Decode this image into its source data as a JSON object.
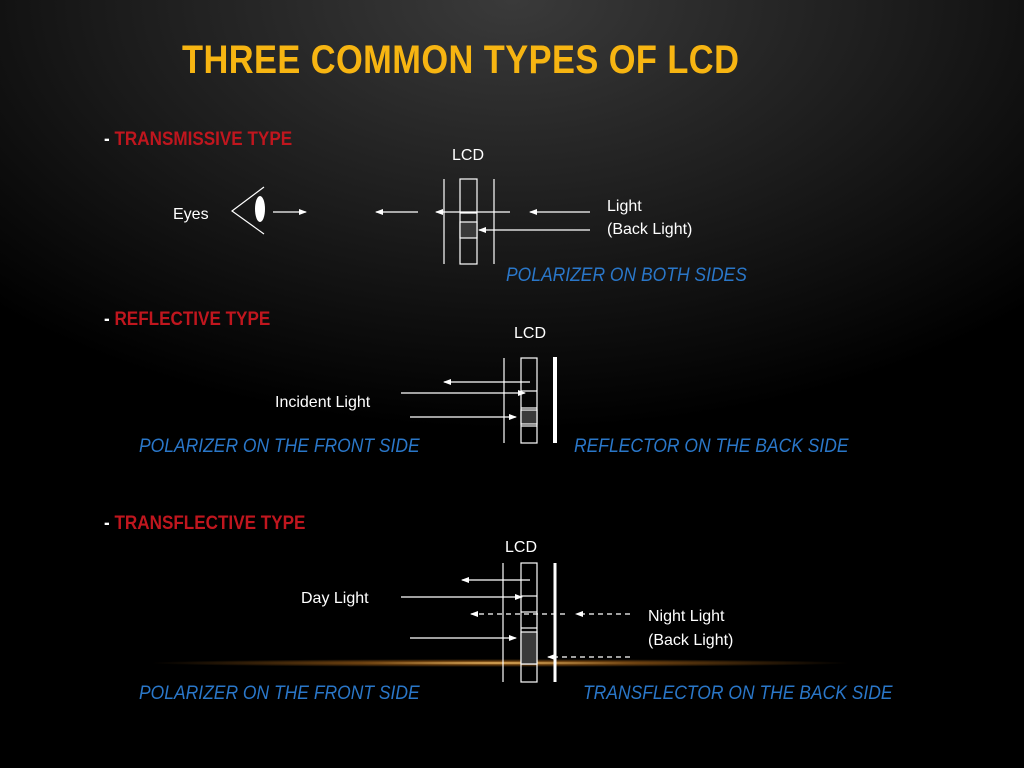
{
  "title": "THREE COMMON TYPES OF LCD",
  "sections": [
    {
      "dash": "-",
      "heading": "TRANSMISSIVE TYPE",
      "lcd_label": "LCD",
      "eyes_label": "Eyes",
      "light_label_line1": "Light",
      "light_label_line2": "(Back Light)",
      "caption": "POLARIZER ON BOTH SIDES"
    },
    {
      "dash": "-",
      "heading": "REFLECTIVE TYPE",
      "lcd_label": "LCD",
      "incident_label": "Incident Light",
      "caption_left": "POLARIZER ON THE FRONT SIDE",
      "caption_right": "REFLECTOR ON THE BACK SIDE"
    },
    {
      "dash": "-",
      "heading": "TRANSFLECTIVE TYPE",
      "lcd_label": "LCD",
      "day_label": "Day Light",
      "night_label_line1": "Night Light",
      "night_label_line2": "(Back Light)",
      "caption_left": "POLARIZER ON THE FRONT SIDE",
      "caption_right": "TRANSFLECTOR ON THE BACK SIDE"
    }
  ],
  "colors": {
    "title": "#f7b512",
    "heading": "#c0161e",
    "caption": "#2a77c9",
    "line": "#ffffff",
    "pixel_fill": "#3a3a3a"
  }
}
